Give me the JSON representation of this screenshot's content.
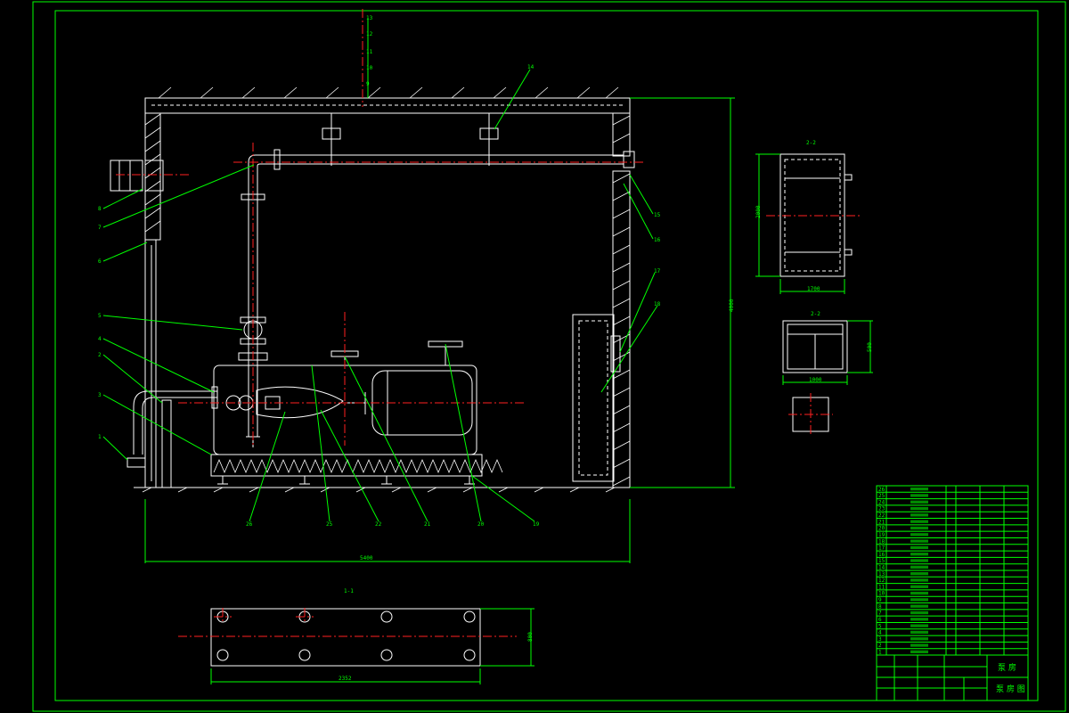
{
  "sections": {
    "main_bottom_label": "1-1",
    "right_top_label": "2-2",
    "right_mid_label": "2-2"
  },
  "dimensions": {
    "overall_width": "5400",
    "overall_height": "4000",
    "base_width": "2352",
    "base_height": "800",
    "side_view_width": "1700",
    "side_view_height": "2000",
    "small_view_width": "1000",
    "small_view_height": "500"
  },
  "callouts": {
    "left": [
      "1",
      "2",
      "3",
      "4",
      "5",
      "6",
      "7",
      "8"
    ],
    "top": [
      "13",
      "12",
      "11",
      "10",
      "9"
    ],
    "top_right": "14",
    "right": [
      "15",
      "16",
      "17",
      "18"
    ],
    "bottom": [
      "26",
      "25",
      "22",
      "21",
      "20",
      "19"
    ]
  },
  "title_block": {
    "row_numbers": [
      "26",
      "25",
      "24",
      "23",
      "22",
      "21",
      "20",
      "19",
      "18",
      "17",
      "16",
      "15",
      "14",
      "13",
      "12",
      "11",
      "10",
      "9",
      "8",
      "7",
      "6",
      "5",
      "4",
      "3",
      "2",
      "1"
    ],
    "title": "泵 房",
    "subtitle": "泵 房 图"
  },
  "colors": {
    "background": "#000000",
    "frame": "#00ff00",
    "drawing": "#ffffff",
    "centerline": "#ff2020"
  }
}
